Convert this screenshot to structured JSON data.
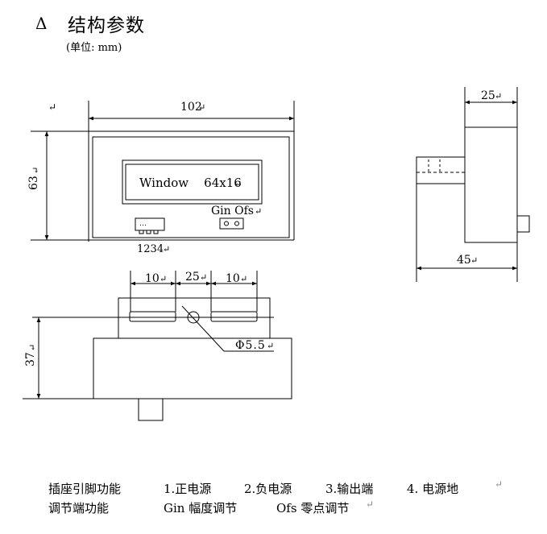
{
  "header": {
    "title_symbol": "Δ",
    "title": "结构参数",
    "unit": "(单位:  mm)"
  },
  "front_view": {
    "width": "102",
    "height": "63",
    "window_label": "Window    64x16",
    "connector_label": "1234",
    "adjust_label": "Gin Ofs"
  },
  "side_view": {
    "top_width": "25",
    "total_depth": "45"
  },
  "bottom_view": {
    "slot_left": "10",
    "center_gap": "25",
    "slot_right": "10",
    "height": "37",
    "hole_diameter": "Φ5.5"
  },
  "footnotes": {
    "pins": {
      "heading": "插座引脚功能",
      "items": [
        "1.正电源",
        "2.负电源",
        "3.输出端",
        "4. 电源地"
      ]
    },
    "adjust": {
      "heading": "调节端功能",
      "items": [
        "Gin 幅度调节",
        "Ofs 零点调节"
      ]
    }
  },
  "colors": {
    "line": "#000000",
    "mark": "#8a8a8a",
    "background": "#ffffff"
  }
}
